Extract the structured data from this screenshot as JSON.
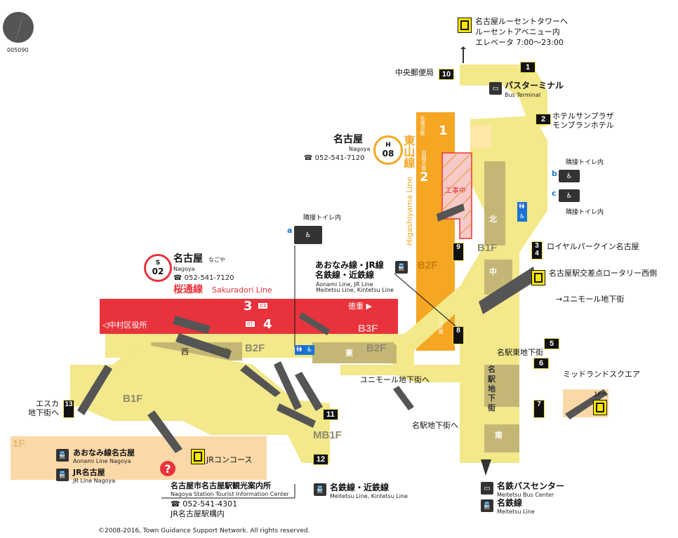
{
  "map_id": "005090",
  "copyright": "©2008-2016, Town Guidance Support Network. All rights reserved.",
  "colors": {
    "corridor": "#f3e88a",
    "corridor_dark": "#b5a85c",
    "jr_area": "#fbd8a8",
    "higashiyama": "#f5a623",
    "sakuradori": "#e8333c",
    "construction": "#e33"
  },
  "higashiyama_station": {
    "name_ja": "名古屋",
    "name_en": "Nagoya",
    "phone": "☎ 052-541-7120",
    "code_letter": "H",
    "code_num": "08",
    "line_ja": "東山線",
    "line_en": "Higashiyama Line",
    "platform1": "1",
    "platform2": "2",
    "dir1": "名城方面",
    "dir2": "高畑方面",
    "dir3": "藤が丘",
    "floor": "B2F",
    "construction": "工事中"
  },
  "sakuradori_station": {
    "name_ja": "名古屋",
    "name_kana": "なごや",
    "name_en": "Nagoya",
    "phone": "☎ 052-541-7120",
    "code_letter": "S",
    "code_num": "02",
    "line_ja": "桜通線",
    "line_en": "Sakuradori Line",
    "platform3": "3",
    "platform4": "4",
    "badge03": "03",
    "badge01": "01",
    "dir_west": "◁中村区役所",
    "dir_east": "徳重 ▶",
    "floor": "B3F"
  },
  "floors": {
    "b2f_left": "B2F",
    "b2f_right": "B2F",
    "b1f_left": "B1F",
    "b1f_center": "B1F",
    "mb1f": "MB1F",
    "f1": "1F"
  },
  "areas": {
    "west": "西",
    "west_center": "西中",
    "east": "東",
    "north": "北",
    "center": "中",
    "south": "南",
    "meieki": "名\n駅\n地\n下\n街"
  },
  "exits": [
    {
      "num": "1",
      "label": ""
    },
    {
      "num": "2",
      "label": "ホテルサンプラザ\nモンブランホテル"
    },
    {
      "num": "3\n4",
      "label": "ロイヤルパークイン名古屋"
    },
    {
      "num": "5",
      "label": "名駅東地下街"
    },
    {
      "num": "6",
      "label": "ミッドランドスクエア"
    },
    {
      "num": "7",
      "label": ""
    },
    {
      "num": "8",
      "label": ""
    },
    {
      "num": "9",
      "label": ""
    },
    {
      "num": "10",
      "label": "中央郵便局"
    },
    {
      "num": "11",
      "label": ""
    },
    {
      "num": "12",
      "label": ""
    },
    {
      "num": "13",
      "label": "エスカ\n地下街へ"
    }
  ],
  "labels": {
    "lucent": "名古屋ルーセントタワーへ\nルーセントアベニュー内\nエレベータ 7:00～23:00",
    "bus_terminal": "バスターミナル",
    "bus_terminal_en": "Bus Terminal",
    "toilet_b": "隣接トイレ内",
    "toilet_c": "隣接トイレ内",
    "toilet_a": "隣接トイレ内",
    "rotary": "名古屋駅交差点ロータリー西側",
    "unimall_right": "→ユニモール地下街",
    "unimall_center": "ユニモール地下街へ",
    "meieki_chika": "名駅地下街へ",
    "f1_arrow": "1Fへ",
    "aonami_jr_ja": "あおなみ線・JR線",
    "meitetsu_kintetsu_ja": "名鉄線・近鉄線",
    "aonami_jr_en": "Aonami Line, JR Line",
    "meitetsu_kintetsu_en": "Meitetsu Line, Kintetsu Line",
    "aonami_nagoya_ja": "あおなみ線名古屋",
    "aonami_nagoya_en": "Aonami Line Nagoya",
    "jr_nagoya_ja": "JR名古屋",
    "jr_nagoya_en": "JR Line Nagoya",
    "jr_concourse": "JRコンコース",
    "tourist_ja": "名古屋市名古屋駅観光案内所",
    "tourist_en": "Nagoya Station Tourist Information Center",
    "tourist_phone": "☎ 052-541-4301",
    "tourist_loc": "JR名古屋駅構内",
    "meitetsu_bottom_ja": "名鉄線・近鉄線",
    "meitetsu_bottom_en": "Meitetsu Line, Kintetsu Line",
    "meitetsu_bus_ja": "名鉄バスセンター",
    "meitetsu_bus_en": "Meitetsu Bus Center",
    "meitetsu_ja": "名鉄線",
    "meitetsu_en": "Meitetsu Line",
    "toilet_letter_a": "a",
    "toilet_letter_b": "b",
    "toilet_letter_c": "c"
  }
}
